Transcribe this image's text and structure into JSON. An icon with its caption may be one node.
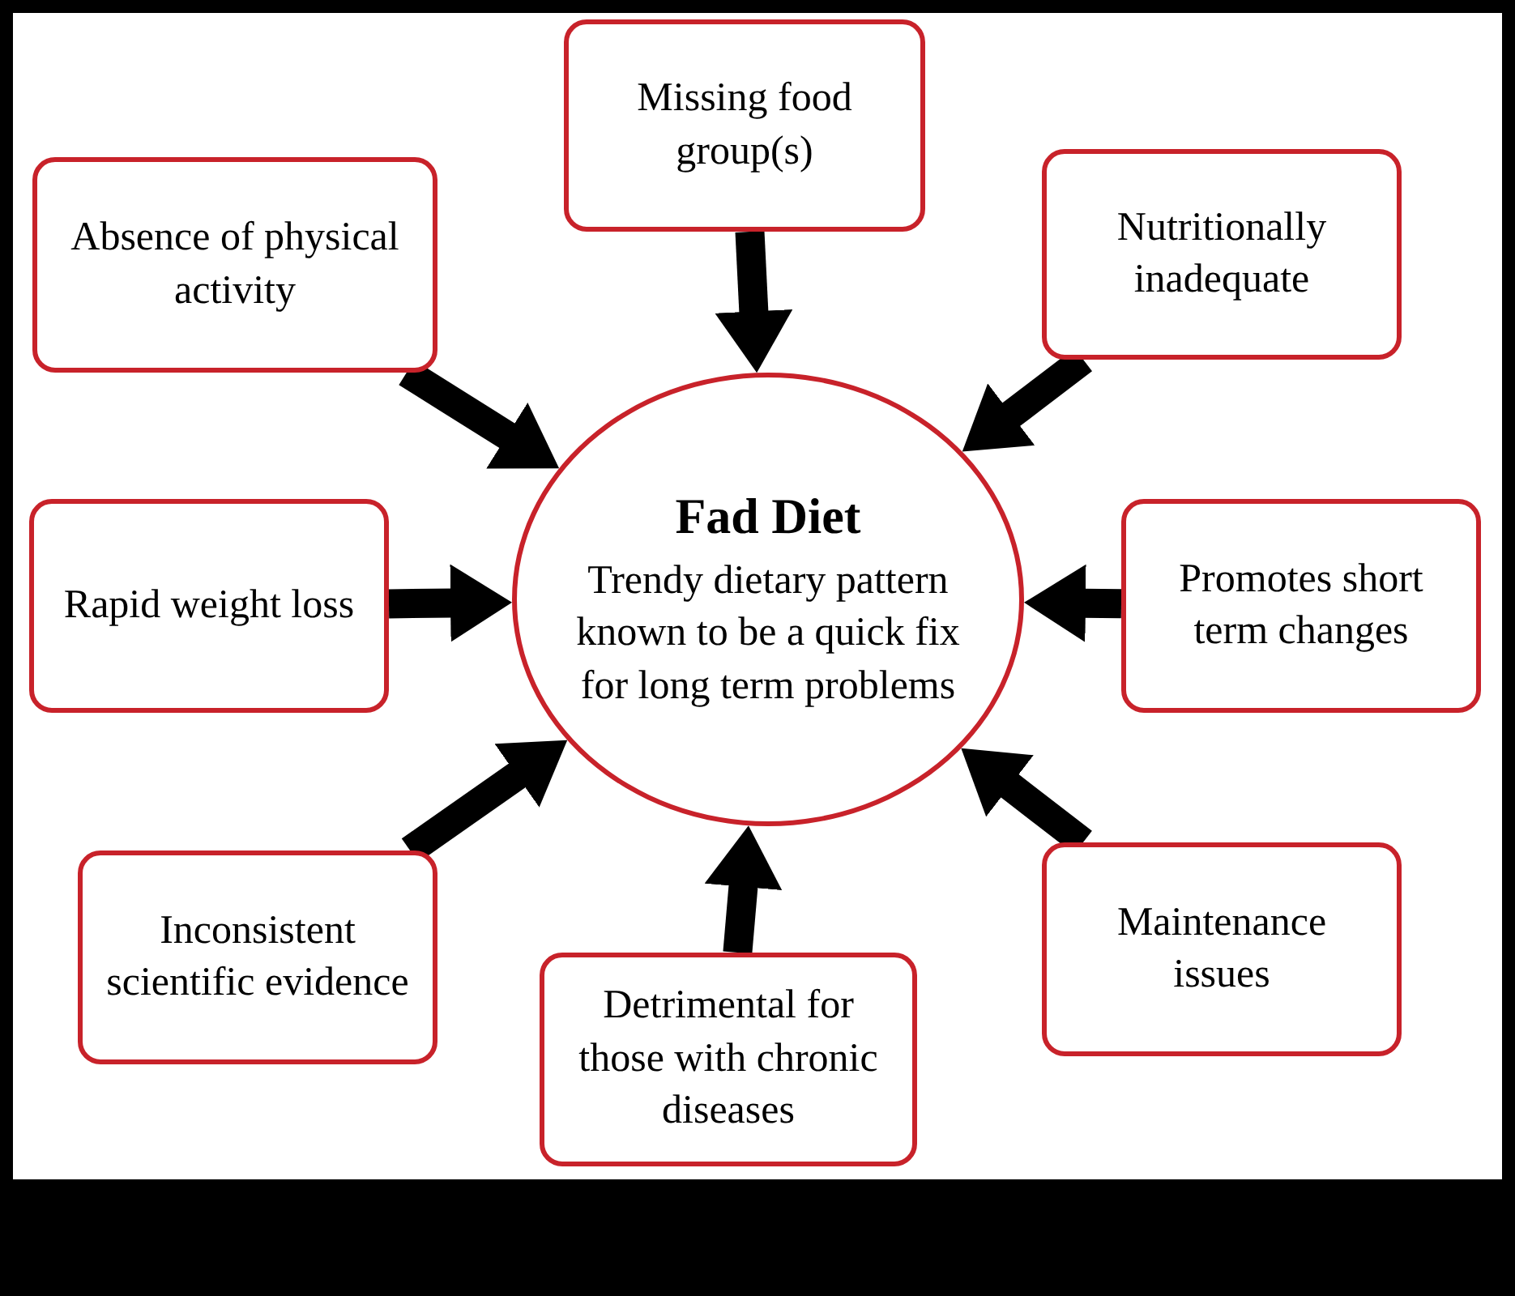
{
  "diagram": {
    "nodes": [
      {
        "text": [
          "Fad Diet",
          "Trendy dietary pattern known to be a quick fix for long term problems"
        ]
      },
      {
        "text": [
          "Missing food group(s)"
        ]
      },
      {
        "text": [
          "Absence of physical activity"
        ]
      },
      {
        "text": [
          "Nutritionally inadequate"
        ]
      },
      {
        "text": [
          "Rapid weight loss"
        ]
      },
      {
        "text": [
          "Promotes short term changes"
        ]
      },
      {
        "text": [
          "Inconsistent scientific evidence"
        ]
      },
      {
        "text": [
          "Detrimental for those with chronic diseases"
        ]
      },
      {
        "text": [
          "Maintenance issues"
        ]
      }
    ],
    "edges": [
      {
        "from": 1,
        "to": 0,
        "arrow": "to"
      },
      {
        "from": 2,
        "to": 0,
        "arrow": "to"
      },
      {
        "from": 3,
        "to": 0,
        "arrow": "to"
      },
      {
        "from": 4,
        "to": 0,
        "arrow": "to"
      },
      {
        "from": 5,
        "to": 0,
        "arrow": "to"
      },
      {
        "from": 6,
        "to": 0,
        "arrow": "to"
      },
      {
        "from": 7,
        "to": 0,
        "arrow": "to"
      },
      {
        "from": 8,
        "to": 0,
        "arrow": "to"
      }
    ]
  }
}
